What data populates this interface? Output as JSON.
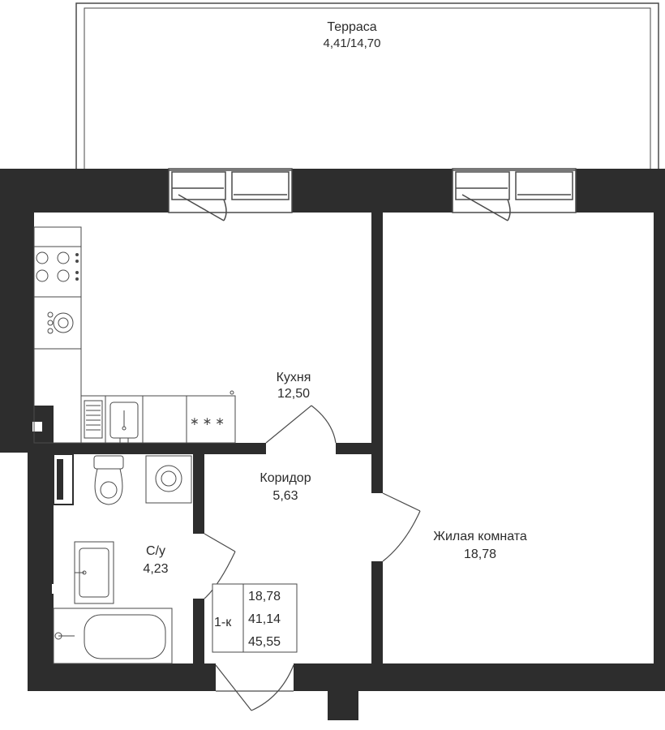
{
  "rooms": {
    "terrace": {
      "name": "Терраса",
      "area": "4,41/14,70"
    },
    "kitchen": {
      "name": "Кухня",
      "area": "12,50"
    },
    "corridor": {
      "name": "Коридор",
      "area": "5,63"
    },
    "living": {
      "name": "Жилая комната",
      "area": "18,78"
    },
    "bathroom": {
      "name": "С/у",
      "area": "4,23"
    }
  },
  "info": {
    "type": "1-к",
    "living_area": "18,78",
    "total_area": "41,14",
    "total_with_terrace": "45,55"
  },
  "colors": {
    "wall": "#2d2d2d",
    "line": "#4a4a4a",
    "text": "#2b2b2b"
  }
}
